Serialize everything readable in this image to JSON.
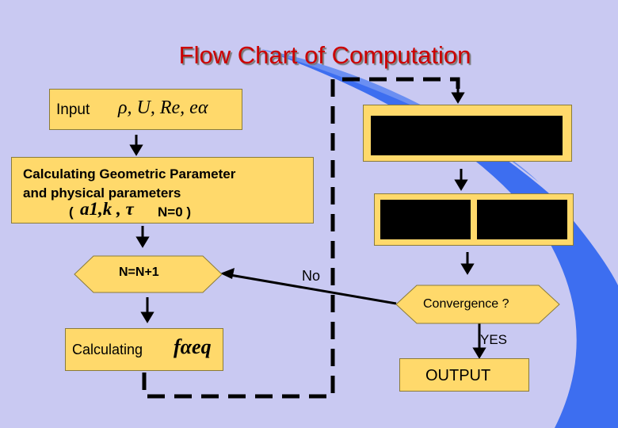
{
  "title": "Flow Chart of Computation",
  "boxes": {
    "input": {
      "label": "Input",
      "math": "ρ, U, Re, eα"
    },
    "geometry": {
      "line1": "Calculating Geometric Parameter",
      "line2": "and physical parameters",
      "line3_open": "(",
      "math": "a1,k , τ",
      "line3_close": "N=0 )"
    },
    "counter": {
      "label": "N=N+1"
    },
    "equilibrium": {
      "label": "Calculating",
      "math": "fαeq"
    },
    "convergence": {
      "label": "Convergence ?"
    },
    "output": {
      "label": "OUTPUT"
    }
  },
  "edges": {
    "no_label": "No",
    "yes_label": "YES"
  },
  "colors": {
    "background": "#c9c9f2",
    "box_fill": "#ffd96b",
    "title": "#cc0000",
    "accent_blue": "#3366ee"
  }
}
